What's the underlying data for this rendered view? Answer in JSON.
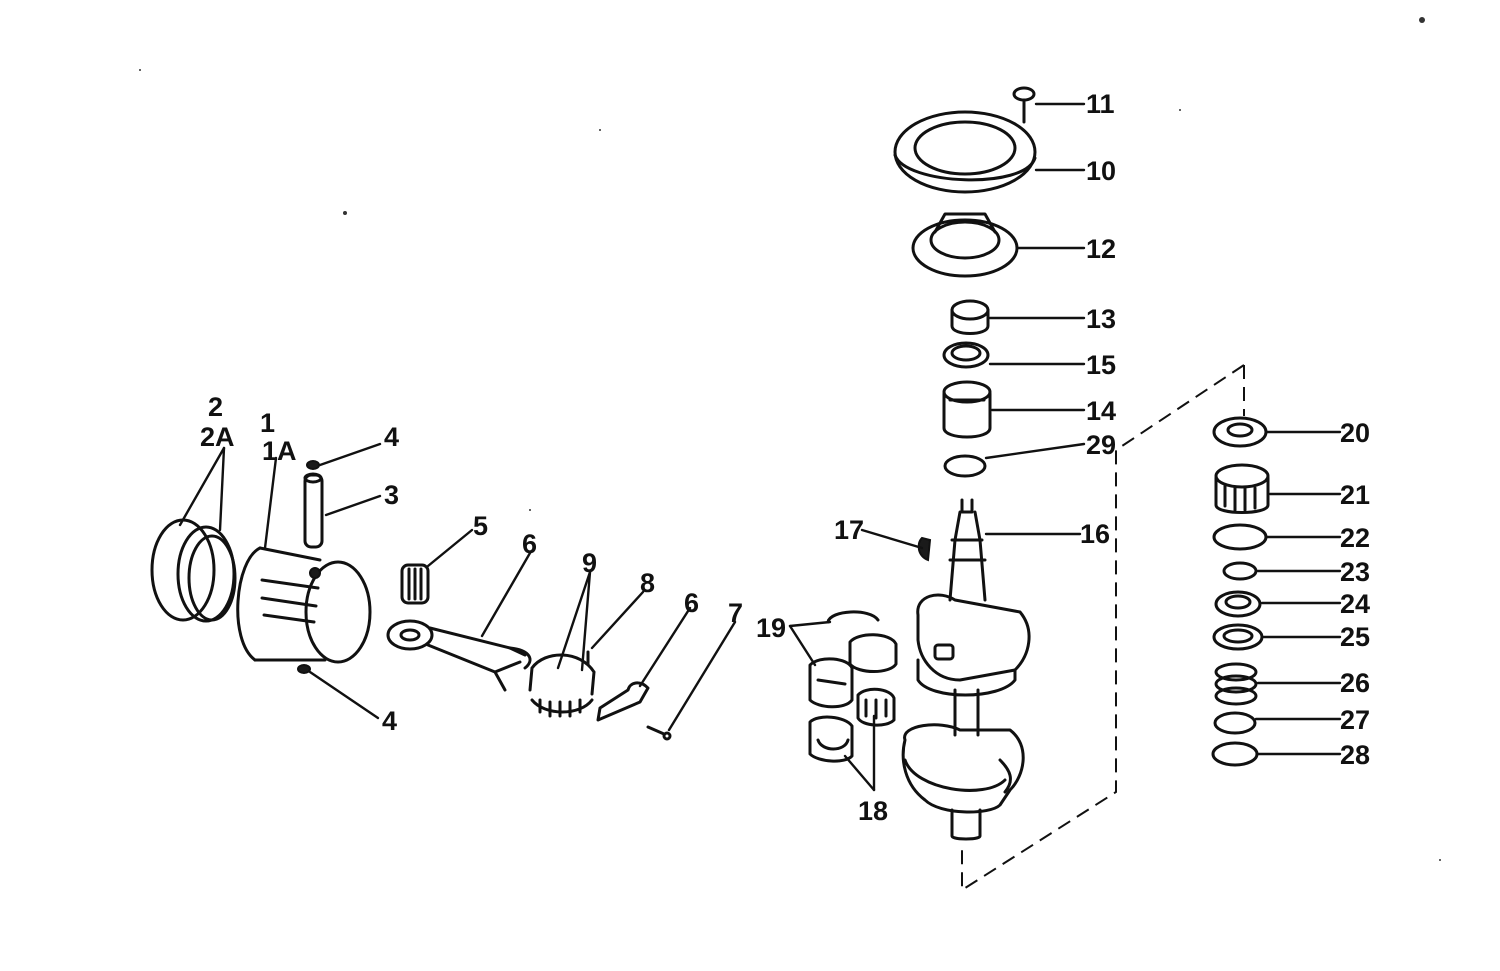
{
  "callouts": {
    "c1": "1",
    "c1a": "1A",
    "c2": "2",
    "c2a": "2A",
    "c3": "3",
    "c4a": "4",
    "c4b": "4",
    "c5": "5",
    "c6a": "6",
    "c6b": "6",
    "c7": "7",
    "c8": "8",
    "c9": "9",
    "c10": "10",
    "c11": "11",
    "c12": "12",
    "c13": "13",
    "c14": "14",
    "c15": "15",
    "c16": "16",
    "c17": "17",
    "c18": "18",
    "c19": "19",
    "c20": "20",
    "c21": "21",
    "c22": "22",
    "c23": "23",
    "c24": "24",
    "c25": "25",
    "c26": "26",
    "c27": "27",
    "c28": "28",
    "c29": "29"
  },
  "colors": {
    "ink": "#111111",
    "paper": "#ffffff"
  }
}
